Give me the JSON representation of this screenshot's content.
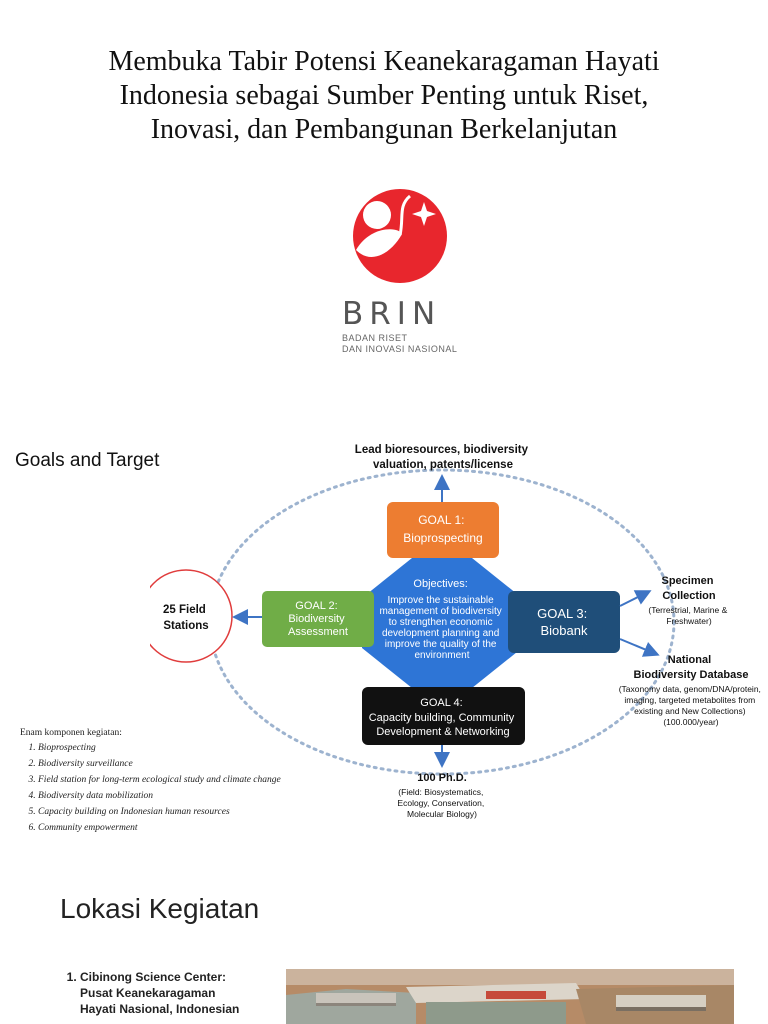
{
  "slide1": {
    "title_lines": [
      "Membuka Tabir Potensi Keanekaragaman Hayati",
      "Indonesia sebagai Sumber Penting untuk Riset,",
      "Inovasi, dan Pembangunan Berkelanjutan"
    ],
    "logo": {
      "name": "BRIN",
      "subtitle_lines": [
        "BADAN RISET",
        "DAN INOVASI NASIONAL"
      ],
      "color": "#e8262d"
    }
  },
  "slide2": {
    "heading": "Goals and Target",
    "top_target_lines": [
      "Lead bioresources, biodiversity",
      "valuation, patents/license"
    ],
    "goal1": {
      "title": "GOAL 1:",
      "subtitle": "Bioprospecting",
      "color": "#ed7d31"
    },
    "goal2": {
      "title": "GOAL 2:",
      "subtitle_lines": [
        "Biodiversity",
        "Assessment"
      ],
      "color": "#70ad47"
    },
    "goal3": {
      "title": "GOAL 3:",
      "subtitle": "Biobank",
      "color": "#1f4e79"
    },
    "goal4": {
      "title": "GOAL 4:",
      "subtitle_lines": [
        "Capacity building, Community",
        "Development & Networking"
      ],
      "color": "#111111"
    },
    "objectives": {
      "title": "Objectives:",
      "lines": [
        "Improve the sustainable",
        "management of biodiversity",
        "to strengthen economic",
        "development planning and",
        "improve the quality of the",
        "environment"
      ],
      "color": "#2e75d6"
    },
    "field_stations_lines": [
      "25 Field",
      "Stations"
    ],
    "specimen": {
      "title_lines": [
        "Specimen",
        "Collection"
      ],
      "detail_lines": [
        "(Terrestrial, Marine &",
        "Freshwater)"
      ]
    },
    "database": {
      "title_lines": [
        "National",
        "Biodiversity Database"
      ],
      "detail_lines": [
        "(Taxonomy data, genom/DNA/protein,",
        "imaging, targeted metabolites from",
        "existing and New Collections)",
        "(100.000/year)"
      ]
    },
    "phd": {
      "title": "100 Ph.D.",
      "detail_lines": [
        "(Field: Biosystematics,",
        "Ecology, Conservation,",
        "Molecular Biology)"
      ]
    },
    "components_heading": "Enam komponen kegiatan:",
    "components": [
      "Bioprospecting",
      "Biodiversity surveillance",
      "Field station for long-term ecological study and climate change",
      "Biodiversity data mobilization",
      "Capacity building on Indonesian human resources",
      "Community empowerment"
    ]
  },
  "slide3": {
    "title": "Lokasi Kegiatan",
    "list_lines": [
      "Cibinong Science Center:",
      "Pusat Keanekaragaman",
      "Hayati Nasional, Indonesian"
    ]
  }
}
